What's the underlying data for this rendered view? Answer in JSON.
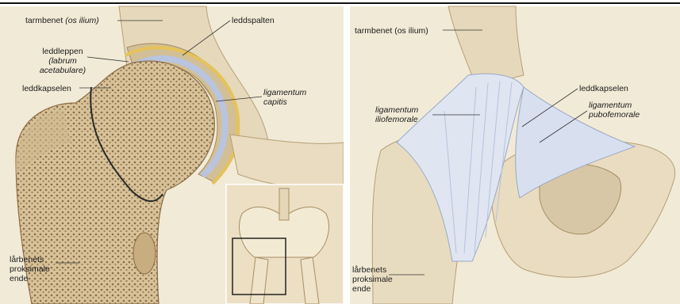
{
  "left_panel": {
    "labels": {
      "tarmbenet_prefix": "tarmbenet ",
      "tarmbenet_latin": "(os ilium)",
      "leddspalten": "leddspalten",
      "leddleppen": "leddleppen",
      "labrum_line1": "(labrum",
      "labrum_line2": "acetabulare)",
      "leddkapselen": "leddkapselen",
      "ligamentum": "ligamentum",
      "capitis": "capitis",
      "lardbenets_line1": "lårbenets",
      "lardbenets_line2": "proksimale",
      "lardbenets_line3": "ende"
    }
  },
  "right_panel": {
    "labels": {
      "tarmbenet": "tarmbenet (os ilium)",
      "leddkapselen": "leddkapselen",
      "lig_ilio_1": "ligamentum",
      "lig_ilio_2": "iliofemorale",
      "lig_pubo_1": "ligamentum",
      "lig_pubo_2": "pubofemorale",
      "lardbenets_line1": "lårbenets",
      "lardbenets_line2": "proksimale",
      "lardbenets_line3": "ende"
    }
  },
  "colors": {
    "bone": "#e8dcc0",
    "bone_shadow": "#c9b48c",
    "spongy": "#b89b6e",
    "cartilage": "#b9c4e0",
    "capsule_yellow": "#e6c25a",
    "ligament": "#dfe6f2",
    "background": "#f3ecdc"
  }
}
